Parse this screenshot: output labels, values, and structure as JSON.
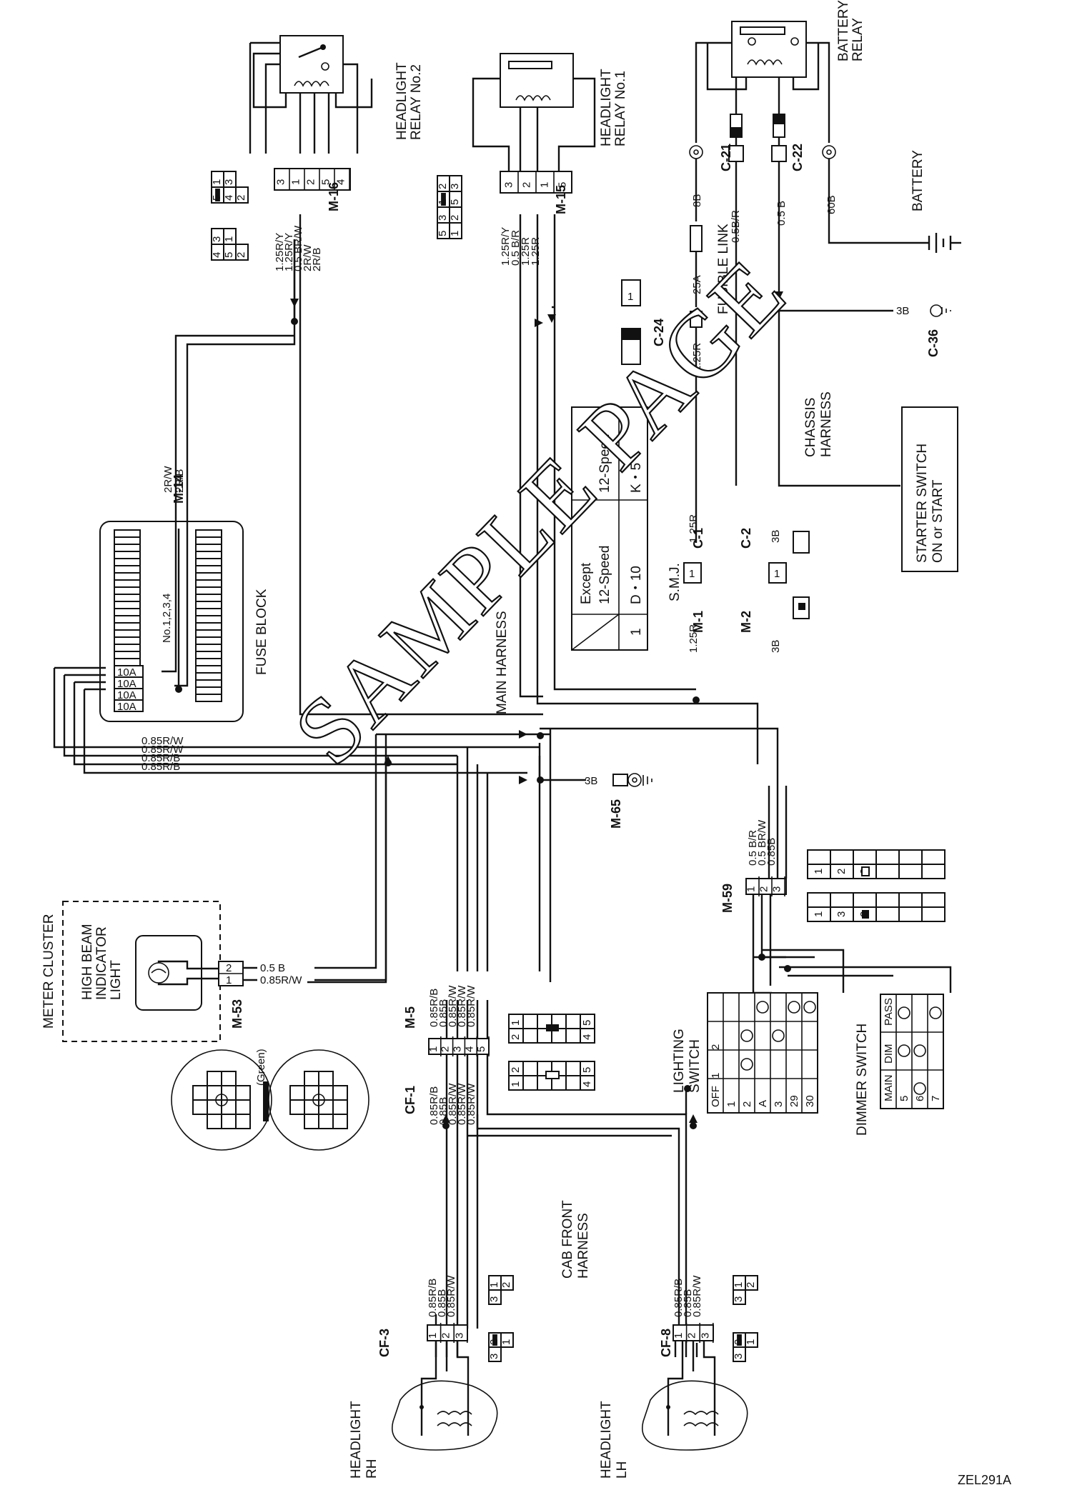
{
  "figure_id": "ZEL291A",
  "watermark": "SAMPLE PAGE",
  "headlight_relay_2": {
    "title_line1": "HEADLIGHT",
    "title_line2": "RELAY No.2",
    "connector": "M-16",
    "wires": [
      "1.25R/Y",
      "1.25R/Y",
      "0.5 BR/W",
      "2R/W",
      "2R/B"
    ],
    "pins": [
      "3",
      "1",
      "2",
      "5",
      "4"
    ],
    "face_a": [
      "1",
      "3",
      "5",
      "4",
      "2"
    ],
    "face_b": [
      "3",
      "1",
      "4",
      "5",
      "2"
    ]
  },
  "headlight_relay_1": {
    "title_line1": "HEADLIGHT",
    "title_line2": "RELAY No.1",
    "connector": "M-15",
    "wires": [
      "1.25R/Y",
      "0.5 B/R",
      "1.25R",
      "1.25R"
    ],
    "pins": [
      "3",
      "2",
      "1",
      "5"
    ],
    "face_a": [
      "2",
      "3",
      "1",
      "5"
    ],
    "face_b": [
      "3",
      "2",
      "5",
      "1"
    ]
  },
  "battery_relay": {
    "title_line1": "BATTERY",
    "title_line2": "RELAY"
  },
  "battery": {
    "label": "BATTERY"
  },
  "fusible_link": {
    "label": "FUSIBLE LINK",
    "rating": "25A",
    "wire": "8B",
    "wire2": "1.25R"
  },
  "c21": {
    "connector": "C-21",
    "wire": "0.5B/R"
  },
  "c22": {
    "connector": "C-22",
    "wire": "0.5 B"
  },
  "battery_cable": "60B",
  "c24": {
    "connector": "C-24",
    "pin": "1"
  },
  "c36": {
    "connector": "C-36",
    "wire": "3B"
  },
  "chassis_harness": {
    "line1": "CHASSIS",
    "line2": "HARNESS"
  },
  "starter_switch": {
    "line1": "STARTER SWITCH",
    "line2": "ON or START"
  },
  "spec_table": {
    "header_a": "Except",
    "header_b": "12-Speed",
    "header_c": "12-Speed",
    "row_no": "1",
    "val_a": "D・10",
    "val_b": "K・5"
  },
  "fuse_block": {
    "label": "FUSE BLOCK",
    "connector": "M-14",
    "note": "No.1,2,3,4",
    "fuses": [
      "10A",
      "10A",
      "10A",
      "10A"
    ],
    "wires": [
      "2R/W",
      "2R/B"
    ]
  },
  "main_harness": "MAIN HARNESS",
  "smj": {
    "label": "S.M.J.",
    "m1": "M-1",
    "c1": "C-1",
    "m2": "M-2",
    "c2": "C-2",
    "w1": "1.25R",
    "w2": "1.25R",
    "w3": "3B",
    "w4": "3B",
    "pin": "1"
  },
  "main_bus_wires": [
    "0.85R/W",
    "0.85R/W",
    "0.85R/B",
    "0.85R/B"
  ],
  "m65": {
    "connector": "M-65",
    "wire": "3B"
  },
  "m59": {
    "connector": "M-59",
    "wires": [
      "0.5 B/R",
      "0.5 BR/W",
      "0.85B"
    ],
    "pins": [
      "1",
      "2",
      "3"
    ]
  },
  "meter_cluster": {
    "title": "METER CLUSTER",
    "light_line1": "HIGH BEAM",
    "light_line2": "INDICATOR",
    "light_line3": "LIGHT",
    "connector": "M-53",
    "wires": [
      "0.5 B",
      "0.85R/W"
    ],
    "pins": [
      "2",
      "1"
    ],
    "color_note": "(Green)"
  },
  "m5": {
    "connector": "M-5",
    "wires": [
      "0.85R/B",
      "0.85B",
      "0.85R/W",
      "0.85R/W",
      "0.85R/W"
    ],
    "pins": [
      "1",
      "2",
      "3",
      "4",
      "5"
    ]
  },
  "cf1": {
    "connector": "CF-1",
    "wires": [
      "0.85R/B",
      "0.85B",
      "0.85R/W",
      "0.85R/W",
      "0.85R/W"
    ]
  },
  "lighting_switch": {
    "line1": "LIGHTING",
    "line2": "SWITCH",
    "cols": [
      "OFF",
      "1",
      "2"
    ],
    "rows": [
      "1",
      "2",
      "A",
      "3",
      "29",
      "30"
    ]
  },
  "dimmer_switch": {
    "label": "DIMMER SWITCH",
    "cols": [
      "MAIN",
      "DIM",
      "PASS"
    ],
    "rows": [
      "5",
      "6",
      "7"
    ]
  },
  "cab_front_harness": {
    "line1": "CAB FRONT",
    "line2": "HARNESS"
  },
  "headlight_rh": {
    "line1": "HEADLIGHT",
    "line2": "RH",
    "connector": "CF-3",
    "wires": [
      "0.85R/B",
      "0.85B",
      "0.85R/W"
    ],
    "pins": [
      "1",
      "2",
      "3"
    ]
  },
  "headlight_lh": {
    "line1": "HEADLIGHT",
    "line2": "LH",
    "connector": "CF-8",
    "wires": [
      "0.85R/B",
      "0.85B",
      "0.85R/W"
    ],
    "pins": [
      "1",
      "2",
      "3"
    ]
  }
}
